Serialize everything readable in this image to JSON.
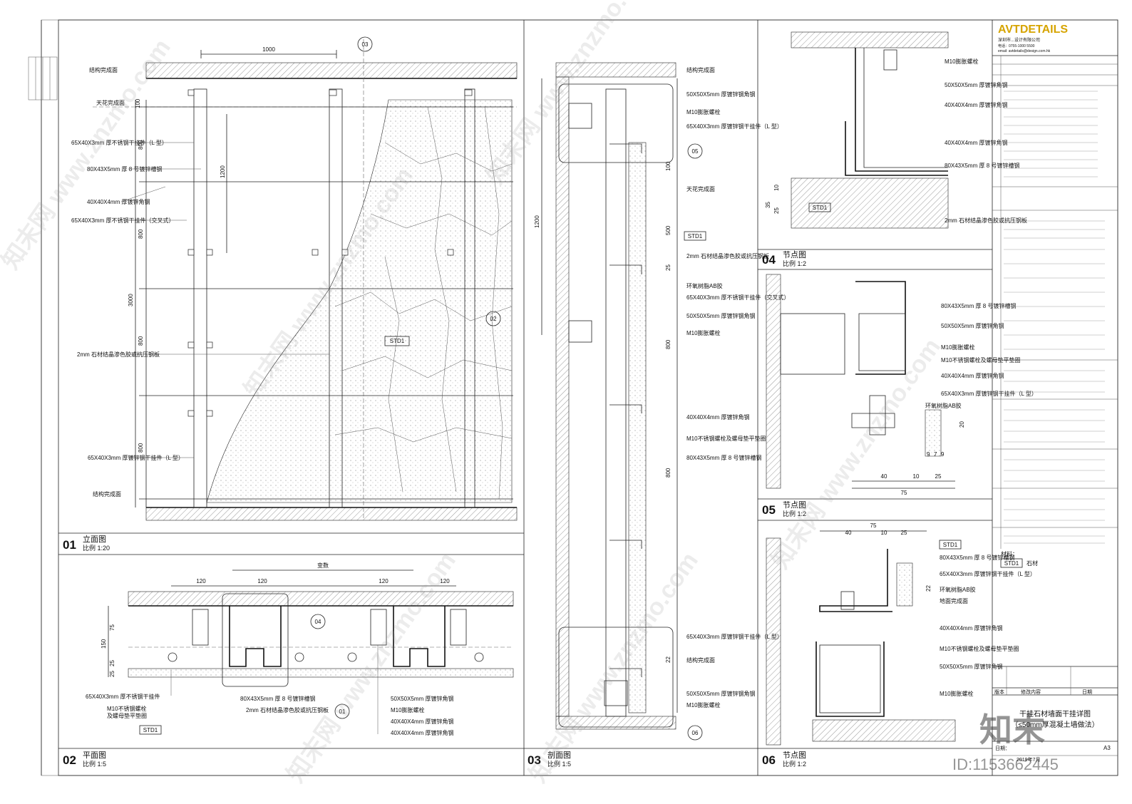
{
  "title_block": {
    "logo": "AVTDETAILS",
    "company": "深圳市...设计有限公司",
    "contact_line1": "电话：0755-1000 5500",
    "contact_line2": "email: avtdetails@design.com.hk",
    "material_heading": "材料：",
    "material_code": "STD1",
    "material_name": "石材",
    "rev_col1": "版本",
    "rev_col2": "修改内容",
    "rev_col3": "日期",
    "drawing_title_line1": "干挂石材墙面干挂详图",
    "drawing_title_line2": "（≤50mm厚混凝土墙做法）",
    "date_label": "日期：",
    "date_value": "2019年7月",
    "sheet_size": "A3",
    "id_text": "ID:1153662445",
    "brand_mark": "知末"
  },
  "views": [
    {
      "no": "01",
      "name": "立面图",
      "scale": "比例 1:20"
    },
    {
      "no": "02",
      "name": "平面图",
      "scale": "比例 1:5"
    },
    {
      "no": "03",
      "name": "剖面图",
      "scale": "比例 1:5"
    },
    {
      "no": "04",
      "name": "节点图",
      "scale": "比例 1:2"
    },
    {
      "no": "05",
      "name": "节点图",
      "scale": "比例 1:2"
    },
    {
      "no": "06",
      "name": "节点图",
      "scale": "比例 1:2"
    }
  ],
  "elevation": {
    "top_dim": "1000",
    "section_mark": "03",
    "structure_top": "结构完成面",
    "finish_ceiling": "天花完成面",
    "structure_floor": "结构完成面",
    "v_dims": [
      "100",
      "800",
      "800",
      "800",
      "800",
      "3000",
      "1200"
    ],
    "callouts": [
      "65X40X3mm 厚不锈钢干挂件（L 型）",
      "80X43X5mm 厚 8 号镀锌槽钢",
      "40X40X4mm 厚镀锌角钢",
      "65X40X3mm 厚不锈钢干挂件（交叉式）",
      "2mm 石材结晶渗色胶或抗压钢板",
      "65X40X3mm 厚镀锌钢干挂件（L 型）"
    ],
    "std_tag": "STD1",
    "detail_mark": "02"
  },
  "plan": {
    "top_dims": [
      "120",
      "120",
      "120",
      "120"
    ],
    "top_dim_label": "变数",
    "v_dims": [
      "75",
      "150",
      "25",
      "25"
    ],
    "detail_mark": "04",
    "section_mark": "01",
    "callouts_left": [
      "65X40X3mm 厚不锈钢干挂件",
      "M10不锈钢螺栓",
      "及螺母垫平垫圈"
    ],
    "callouts_mid": [
      "80X43X5mm 厚 8 号镀锌槽钢",
      "2mm 石材结晶渗色胶或抗压钢板"
    ],
    "callouts_right": [
      "50X50X5mm 厚镀锌角钢",
      "M10膨胀螺栓",
      "40X40X4mm 厚镀锌角钢",
      "40X40X4mm 厚镀锌角钢"
    ],
    "std_tag": "STD1"
  },
  "section": {
    "structure_top": "结构完成面",
    "finish_ceiling": "天花完成面",
    "structure_floor": "结构完成面",
    "v_dims": [
      "1200",
      "100",
      "500",
      "800",
      "800",
      "25",
      "22"
    ],
    "callouts": [
      "50X50X5mm 厚镀锌钢角钢",
      "M10膨胀螺栓",
      "65X40X3mm 厚镀锌钢干挂件（L 型）",
      "2mm 石材结晶渗色胶或抗压钢板",
      "环氧树脂AB胶",
      "65X40X3mm 厚不锈钢干挂件（交叉式）",
      "50X50X5mm 厚镀锌钢角钢",
      "M10膨胀螺栓",
      "40X40X4mm 厚镀锌角钢",
      "M10不锈钢螺栓及螺母垫平垫圈",
      "80X43X5mm 厚 8 号镀锌槽钢",
      "65X40X3mm 厚镀锌钢干挂件（L 型）",
      "50X50X5mm 厚镀锌钢角钢",
      "M10膨胀螺栓"
    ],
    "std_tag": "STD1",
    "detail_marks": [
      "05",
      "06"
    ]
  },
  "detail04": {
    "callouts": [
      "M10膨胀螺栓",
      "50X50X5mm 厚镀锌角钢",
      "40X40X4mm 厚镀锌角钢",
      "40X40X4mm 厚镀锌角钢",
      "80X43X5mm 厚 8 号镀锌槽钢",
      "2mm 石材结晶渗色胶或抗压钢板"
    ],
    "dims": [
      "10",
      "35",
      "25"
    ],
    "std_tag": "STD1"
  },
  "detail05": {
    "callouts": [
      "80X43X5mm 厚 8 号镀锌槽钢",
      "50X50X5mm 厚镀锌角钢",
      "M10膨胀螺栓",
      "M10不锈钢螺栓及螺母垫平垫圈",
      "40X40X4mm 厚镀锌角钢",
      "65X40X3mm 厚镀锌钢干挂件（L 型）",
      "环氧树脂AB胶"
    ],
    "dims": [
      "40",
      "10",
      "25",
      "75",
      "20",
      "9",
      "7",
      "9"
    ]
  },
  "detail06": {
    "top_dims": [
      "75",
      "40",
      "10",
      "25"
    ],
    "callouts": [
      "80X43X5mm 厚 8 号镀锌槽钢",
      "65X40X3mm 厚镀锌钢干挂件（L 型）",
      "环氧树脂AB胶",
      "地面完成面",
      "40X40X4mm 厚镀锌角钢",
      "M10不锈钢螺栓及螺母垫平垫圈",
      "50X50X5mm 厚镀锌角钢",
      "M10膨胀螺栓"
    ],
    "v_dims": [
      "22"
    ],
    "std_tag": "STD1"
  },
  "watermark": "知末网 www.znzmo.com"
}
